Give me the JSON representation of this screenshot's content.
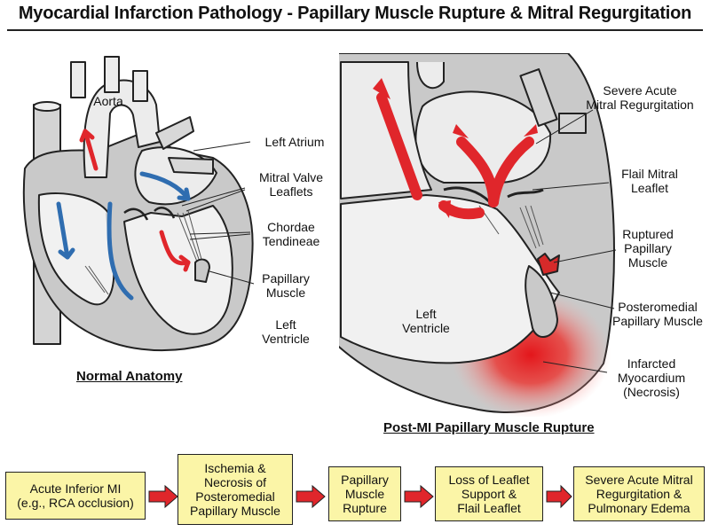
{
  "title": "Myocardial Infarction Pathology - Papillary Muscle Rupture & Mitral Regurgitation",
  "normal": {
    "caption": "Normal Anatomy",
    "labels": {
      "aorta": "Aorta",
      "left_atrium": "Left Atrium",
      "mitral_valve": "Mitral Valve\nLeaflets",
      "chordae": "Chordae\nTendineae",
      "papillary": "Papillary\nMuscle",
      "left_ventricle": "Left\nVentricle"
    }
  },
  "rupture": {
    "caption": "Post-MI Papillary Muscle Rupture",
    "labels": {
      "regurgitation": "Severe Acute\nMitral Regurgitation",
      "flail": "Flail Mitral\nLeaflet",
      "ruptured": "Ruptured\nPapillary\nMuscle",
      "posteromedial": "Posteromedial\nPapillary Muscle",
      "left_ventricle": "Left\nVentricle",
      "infarct": "Infarcted\nMyocardium\n(Necrosis)"
    }
  },
  "flow": [
    "Acute Inferior MI\n(e.g., RCA occlusion)",
    "Ischemia &\nNecrosis of\nPosteromedial\nPapillary Muscle",
    "Papillary\nMuscle\nRupture",
    "Loss of Leaflet\nSupport &\nFlail Leaflet",
    "Severe Acute Mitral\nRegurgitation &\nPulmonary Edema"
  ],
  "colors": {
    "flow_red": "#e0262b",
    "flow_blue": "#2f6db0",
    "box_fill": "#fbf5a7",
    "tissue_grey": "#c9c9c9"
  }
}
